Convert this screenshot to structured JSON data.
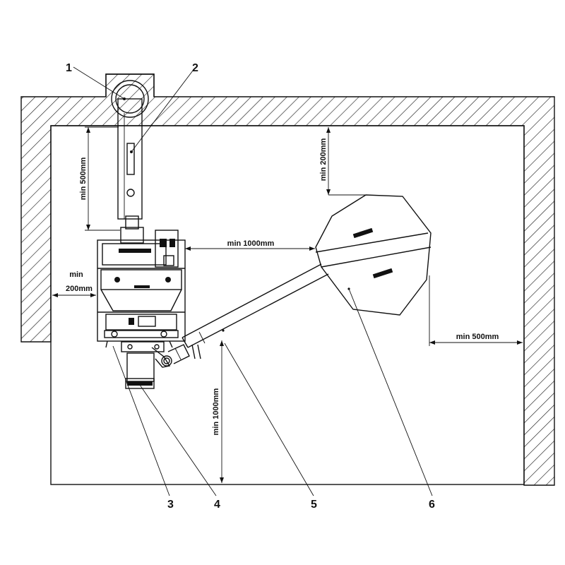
{
  "callouts": [
    "1",
    "2",
    "3",
    "4",
    "5",
    "6"
  ],
  "dimensions": {
    "top_left_vertical": "min 500mm",
    "left_wall": [
      "min",
      "200mm"
    ],
    "right_top_vertical": "min 200mm",
    "middle_horizontal": "min 1000mm",
    "bottom_vertical": "min 1000mm",
    "right_horizontal": "min 500mm"
  }
}
